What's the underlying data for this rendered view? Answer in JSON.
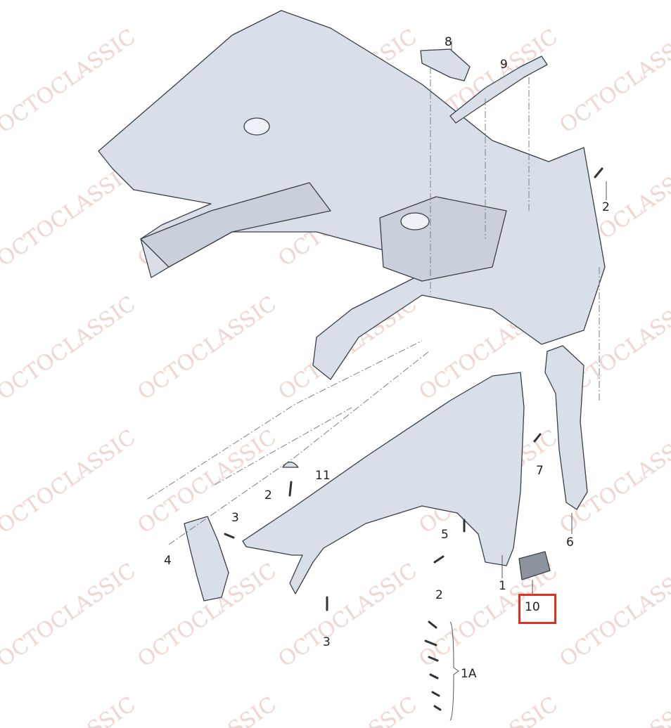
{
  "watermark": "OCTOCLASSIC",
  "colors": {
    "part_fill": "#d9dfe8",
    "part_stroke": "#3a3f47",
    "highlight": "#e0301e",
    "watermark": "#e6c6bf"
  },
  "callouts": [
    {
      "id": "c8",
      "text": "8"
    },
    {
      "id": "c9",
      "text": "9"
    },
    {
      "id": "c2a",
      "text": "2"
    },
    {
      "id": "c7",
      "text": "7"
    },
    {
      "id": "c6",
      "text": "6"
    },
    {
      "id": "c11",
      "text": "11"
    },
    {
      "id": "c2b",
      "text": "2"
    },
    {
      "id": "c3a",
      "text": "3"
    },
    {
      "id": "c4",
      "text": "4"
    },
    {
      "id": "c5",
      "text": "5"
    },
    {
      "id": "c2c",
      "text": "2"
    },
    {
      "id": "c1",
      "text": "1"
    },
    {
      "id": "c10",
      "text": "10"
    },
    {
      "id": "c3b",
      "text": "3"
    },
    {
      "id": "c1A",
      "text": "1A"
    }
  ],
  "highlighted_callout": "10"
}
